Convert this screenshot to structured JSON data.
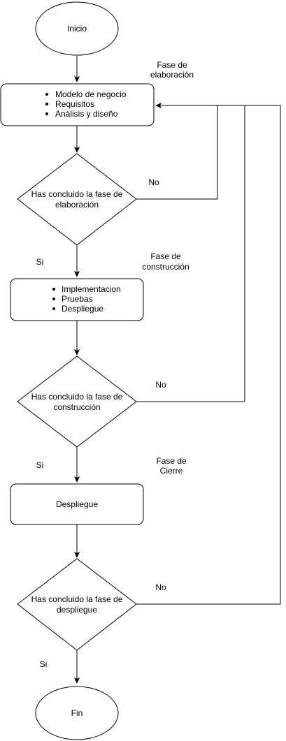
{
  "colors": {
    "stroke": "#000000",
    "fill": "#ffffff",
    "text": "#000000"
  },
  "nodes": {
    "start": {
      "label": "Inicio"
    },
    "phase1_label": {
      "lines": [
        "Fase de",
        "elaboración"
      ]
    },
    "process1": {
      "items": [
        "Modelo de negocio",
        "Requisitos",
        "Análisis y diseño"
      ]
    },
    "decision1": {
      "lines": [
        "Has concluido la fase de",
        "elaboración"
      ]
    },
    "decision1_no": {
      "label": "No"
    },
    "decision1_yes": {
      "label": "Si"
    },
    "phase2_label": {
      "lines": [
        "Fase de",
        "construcción"
      ]
    },
    "process2": {
      "items": [
        "Implementacion",
        "Pruebas",
        "Despliegue"
      ]
    },
    "decision2": {
      "lines": [
        "Has concluido la fase de",
        "construcción"
      ]
    },
    "decision2_no": {
      "label": "No"
    },
    "decision2_yes": {
      "label": "Si"
    },
    "phase3_label": {
      "lines": [
        "Fase de",
        "Cierre"
      ]
    },
    "process3": {
      "label": "Despliegue"
    },
    "decision3": {
      "lines": [
        "Has concluido la fase de",
        "despliegue"
      ]
    },
    "decision3_no": {
      "label": "No"
    },
    "decision3_yes": {
      "label": "Si"
    },
    "end": {
      "label": "Fin"
    }
  }
}
